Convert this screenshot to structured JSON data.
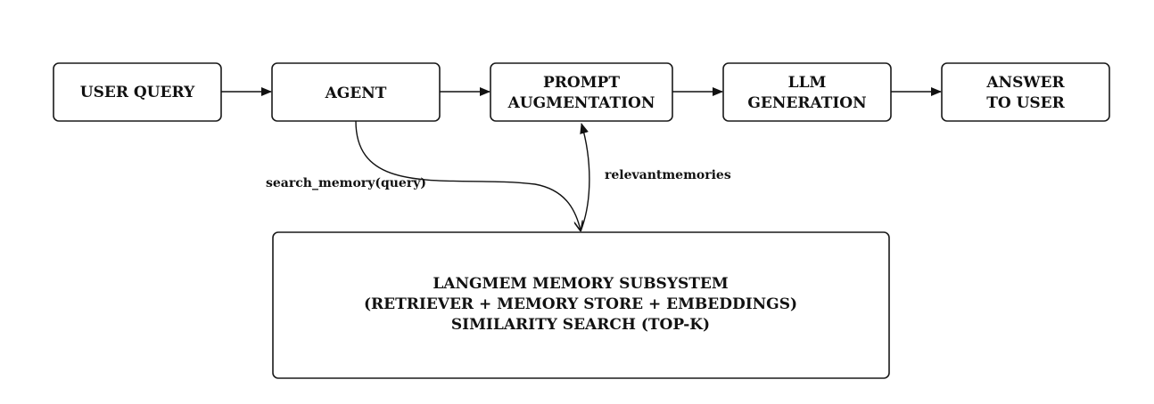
{
  "nodes": {
    "user_query": {
      "lines": [
        "USER QUERY"
      ]
    },
    "agent": {
      "lines": [
        "AGENT"
      ]
    },
    "prompt_augmentation": {
      "lines": [
        "PROMPT",
        "AUGMENTATION"
      ]
    },
    "llm_generation": {
      "lines": [
        "LLM",
        "GENERATION"
      ]
    },
    "answer_to_user": {
      "lines": [
        "ANSWER",
        "TO USER"
      ]
    },
    "memory_subsystem": {
      "lines": [
        "LANGMEM MEMORY SUBSYSTEM",
        "(RETRIEVER + MEMORY STORE + EMBEDDINGS)",
        "SIMILARITY SEARCH (TOP-K)"
      ]
    }
  },
  "edges": {
    "search_memory_label": "search_memory(query)",
    "relevant_memories_label": "relevantmemories"
  }
}
